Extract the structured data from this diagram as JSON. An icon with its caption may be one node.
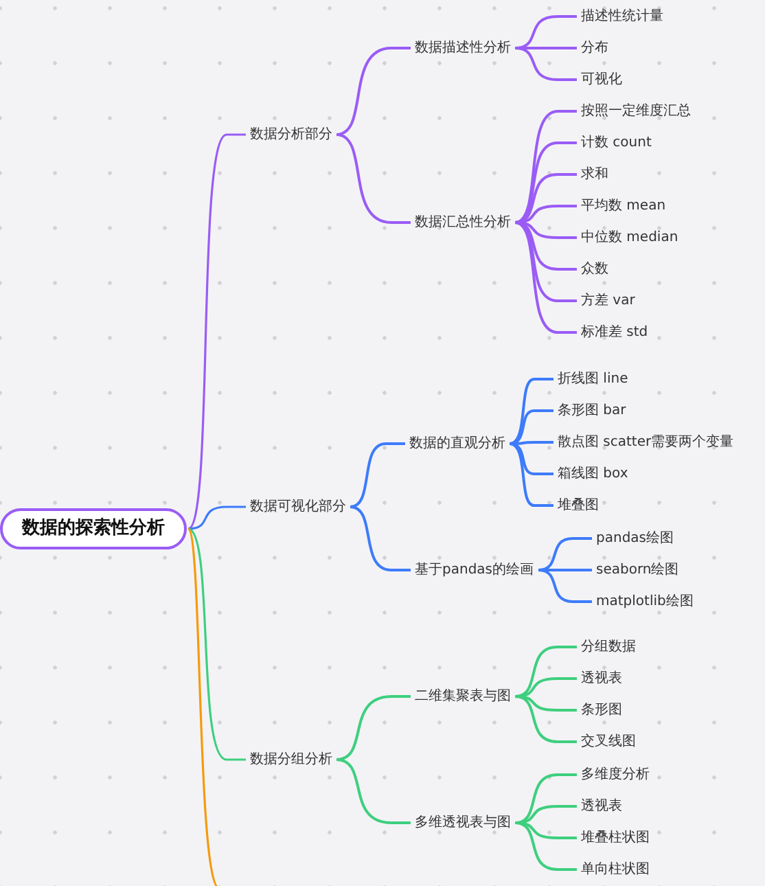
{
  "diagram": {
    "nodes": [
      {
        "text": [
          "数据的探索性分析"
        ]
      },
      {
        "text": [
          "数据分析部分"
        ]
      },
      {
        "text": [
          "数据描述性分析"
        ]
      },
      {
        "text": [
          "描述性统计量"
        ]
      },
      {
        "text": [
          "分布"
        ]
      },
      {
        "text": [
          "可视化"
        ]
      },
      {
        "text": [
          "数据汇总性分析"
        ]
      },
      {
        "text": [
          "按照一定维度汇总"
        ]
      },
      {
        "text": [
          "计数 count"
        ]
      },
      {
        "text": [
          "求和"
        ]
      },
      {
        "text": [
          "平均数 mean"
        ]
      },
      {
        "text": [
          "中位数 median"
        ]
      },
      {
        "text": [
          "众数"
        ]
      },
      {
        "text": [
          "方差 var"
        ]
      },
      {
        "text": [
          "标准差 std"
        ]
      },
      {
        "text": [
          "数据可视化部分"
        ]
      },
      {
        "text": [
          "数据的直观分析"
        ]
      },
      {
        "text": [
          "折线图 line"
        ]
      },
      {
        "text": [
          "条形图 bar"
        ]
      },
      {
        "text": [
          "散点图 scatter需要两个变量"
        ]
      },
      {
        "text": [
          "箱线图 box"
        ]
      },
      {
        "text": [
          "堆叠图"
        ]
      },
      {
        "text": [
          "基于pandas的绘画"
        ]
      },
      {
        "text": [
          "pandas绘图"
        ]
      },
      {
        "text": [
          "seaborn绘图"
        ]
      },
      {
        "text": [
          "matplotlib绘图"
        ]
      },
      {
        "text": [
          "数据分组分析"
        ]
      },
      {
        "text": [
          "二维集聚表与图"
        ]
      },
      {
        "text": [
          "分组数据"
        ]
      },
      {
        "text": [
          "透视表"
        ]
      },
      {
        "text": [
          "条形图"
        ]
      },
      {
        "text": [
          "交叉线图"
        ]
      },
      {
        "text": [
          "多维透视表与图"
        ]
      },
      {
        "text": [
          "多维度分析"
        ]
      },
      {
        "text": [
          "透视表"
        ]
      },
      {
        "text": [
          "堆叠柱状图"
        ]
      },
      {
        "text": [
          "单向柱状图"
        ]
      }
    ],
    "edges": [
      {
        "from": 0,
        "to": 1,
        "arrow": "none"
      },
      {
        "from": 1,
        "to": 2,
        "arrow": "none"
      },
      {
        "from": 2,
        "to": 3,
        "arrow": "none"
      },
      {
        "from": 2,
        "to": 4,
        "arrow": "none"
      },
      {
        "from": 2,
        "to": 5,
        "arrow": "none"
      },
      {
        "from": 1,
        "to": 6,
        "arrow": "none"
      },
      {
        "from": 6,
        "to": 7,
        "arrow": "none"
      },
      {
        "from": 6,
        "to": 8,
        "arrow": "none"
      },
      {
        "from": 6,
        "to": 9,
        "arrow": "none"
      },
      {
        "from": 6,
        "to": 10,
        "arrow": "none"
      },
      {
        "from": 6,
        "to": 11,
        "arrow": "none"
      },
      {
        "from": 6,
        "to": 12,
        "arrow": "none"
      },
      {
        "from": 6,
        "to": 13,
        "arrow": "none"
      },
      {
        "from": 6,
        "to": 14,
        "arrow": "none"
      },
      {
        "from": 0,
        "to": 15,
        "arrow": "none",
        "color": "#3d7bfa"
      },
      {
        "from": 15,
        "to": 16,
        "arrow": "none",
        "color": "#3d7bfa"
      },
      {
        "from": 16,
        "to": 17,
        "arrow": "none",
        "color": "#3d7bfa"
      },
      {
        "from": 16,
        "to": 18,
        "arrow": "none",
        "color": "#3d7bfa"
      },
      {
        "from": 16,
        "to": 19,
        "arrow": "none",
        "color": "#3d7bfa"
      },
      {
        "from": 16,
        "to": 20,
        "arrow": "none",
        "color": "#3d7bfa"
      },
      {
        "from": 16,
        "to": 21,
        "arrow": "none",
        "color": "#3d7bfa"
      },
      {
        "from": 15,
        "to": 22,
        "arrow": "none",
        "color": "#3d7bfa"
      },
      {
        "from": 22,
        "to": 23,
        "arrow": "none",
        "color": "#3d7bfa"
      },
      {
        "from": 22,
        "to": 24,
        "arrow": "none",
        "color": "#3d7bfa"
      },
      {
        "from": 22,
        "to": 25,
        "arrow": "none",
        "color": "#3d7bfa"
      },
      {
        "from": 0,
        "to": 26,
        "arrow": "none",
        "color": "#3ecf7e"
      },
      {
        "from": 26,
        "to": 27,
        "arrow": "none",
        "color": "#3ecf7e"
      },
      {
        "from": 27,
        "to": 28,
        "arrow": "none",
        "color": "#3ecf7e"
      },
      {
        "from": 27,
        "to": 29,
        "arrow": "none",
        "color": "#3ecf7e"
      },
      {
        "from": 27,
        "to": 30,
        "arrow": "none",
        "color": "#3ecf7e"
      },
      {
        "from": 27,
        "to": 31,
        "arrow": "none",
        "color": "#3ecf7e"
      },
      {
        "from": 26,
        "to": 32,
        "arrow": "none",
        "color": "#3ecf7e"
      },
      {
        "from": 32,
        "to": 33,
        "arrow": "none",
        "color": "#3ecf7e"
      },
      {
        "from": 32,
        "to": 34,
        "arrow": "none",
        "color": "#3ecf7e"
      },
      {
        "from": 32,
        "to": 35,
        "arrow": "none",
        "color": "#3ecf7e"
      },
      {
        "from": 32,
        "to": 36,
        "arrow": "none",
        "color": "#3ecf7e"
      },
      {
        "from": 0,
        "to": null,
        "arrow": "none",
        "color": "#f59a0c"
      }
    ]
  }
}
